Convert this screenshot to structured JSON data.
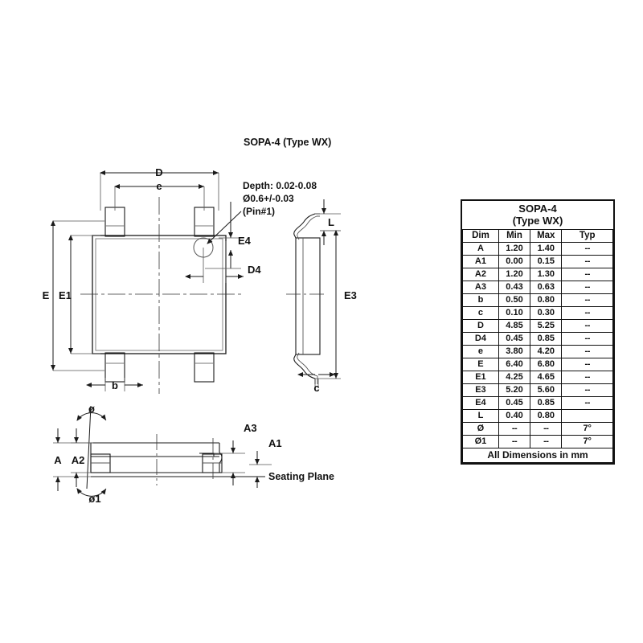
{
  "drawing": {
    "view_title": "SOPA-4 (Type WX)",
    "pin1_note": {
      "line1": "Depth: 0.02-0.08",
      "line2": "Ø0.6+/-0.03",
      "line3": "(Pin#1)"
    },
    "seating_plane_label": "Seating Plane",
    "top_view_dims": {
      "d": "D",
      "e": "e",
      "big_e": "E",
      "e1": "E1",
      "b": "b",
      "d4": "D4",
      "e4": "E4"
    },
    "side_view_dims": {
      "l": "L",
      "e3": "E3",
      "c": "c"
    },
    "section_view_dims": {
      "a": "A",
      "a1": "A1",
      "a2": "A2",
      "a3": "A3",
      "angle": "ø",
      "angle1": "ø1"
    }
  },
  "table": {
    "title_line1": "SOPA-4",
    "title_line2": "(Type WX)",
    "headers": [
      "Dim",
      "Min",
      "Max",
      "Typ"
    ],
    "rows": [
      {
        "dim": "A",
        "min": "1.20",
        "max": "1.40",
        "typ": "--"
      },
      {
        "dim": "A1",
        "min": "0.00",
        "max": "0.15",
        "typ": "--"
      },
      {
        "dim": "A2",
        "min": "1.20",
        "max": "1.30",
        "typ": "--"
      },
      {
        "dim": "A3",
        "min": "0.43",
        "max": "0.63",
        "typ": "--"
      },
      {
        "dim": "b",
        "min": "0.50",
        "max": "0.80",
        "typ": "--"
      },
      {
        "dim": "c",
        "min": "0.10",
        "max": "0.30",
        "typ": "--"
      },
      {
        "dim": "D",
        "min": "4.85",
        "max": "5.25",
        "typ": "--"
      },
      {
        "dim": "D4",
        "min": "0.45",
        "max": "0.85",
        "typ": "--"
      },
      {
        "dim": "e",
        "min": "3.80",
        "max": "4.20",
        "typ": "--"
      },
      {
        "dim": "E",
        "min": "6.40",
        "max": "6.80",
        "typ": "--"
      },
      {
        "dim": "E1",
        "min": "4.25",
        "max": "4.65",
        "typ": "--"
      },
      {
        "dim": "E3",
        "min": "5.20",
        "max": "5.60",
        "typ": "--"
      },
      {
        "dim": "E4",
        "min": "0.45",
        "max": "0.85",
        "typ": "--"
      },
      {
        "dim": "L",
        "min": "0.40",
        "max": "0.80",
        "typ": ""
      },
      {
        "dim": "Ø",
        "min": "--",
        "max": "--",
        "typ": "7°"
      },
      {
        "dim": "Ø1",
        "min": "--",
        "max": "--",
        "typ": "7°"
      }
    ],
    "footer": "All Dimensions in mm"
  },
  "colors": {
    "line": "#1a1a1a",
    "thin_line": "#555555",
    "background": "#ffffff"
  }
}
